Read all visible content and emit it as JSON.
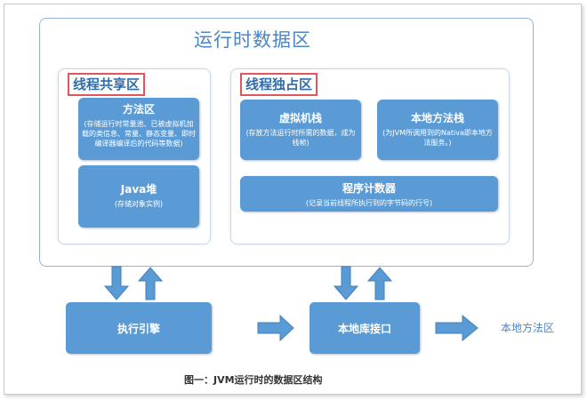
{
  "runtime_area": {
    "title": "运行时数据区"
  },
  "shared": {
    "title": "线程共享区",
    "method_area": {
      "title": "方法区",
      "desc": "(存储运行时常量池、已被虚拟机加载的类信息、常量、静态变量、即时编译器编译后的代码等数据)"
    },
    "heap": {
      "title": "Java堆",
      "desc": "(存储对象实例)"
    }
  },
  "exclusive": {
    "title": "线程独占区",
    "vm_stack": {
      "title": "虚拟机栈",
      "desc": "(存放方法运行时所需的数据，成为栈帧)"
    },
    "native_stack": {
      "title": "本地方法栈",
      "desc": "(为JVM所调用到的Nativa即本地方法服务。)"
    },
    "pc": {
      "title": "程序计数器",
      "desc": "(记录当前线程所执行到的字节码的行号)"
    }
  },
  "flow": {
    "execution_engine": "执行引擎",
    "native_interface": "本地库接口",
    "native_library": "本地方法区"
  },
  "caption": "图一：JVM运行时的数据区结构",
  "colors": {
    "box_blue": "#5b9bd5",
    "title_blue": "#4a86c5",
    "highlight_red": "#e0565b"
  }
}
